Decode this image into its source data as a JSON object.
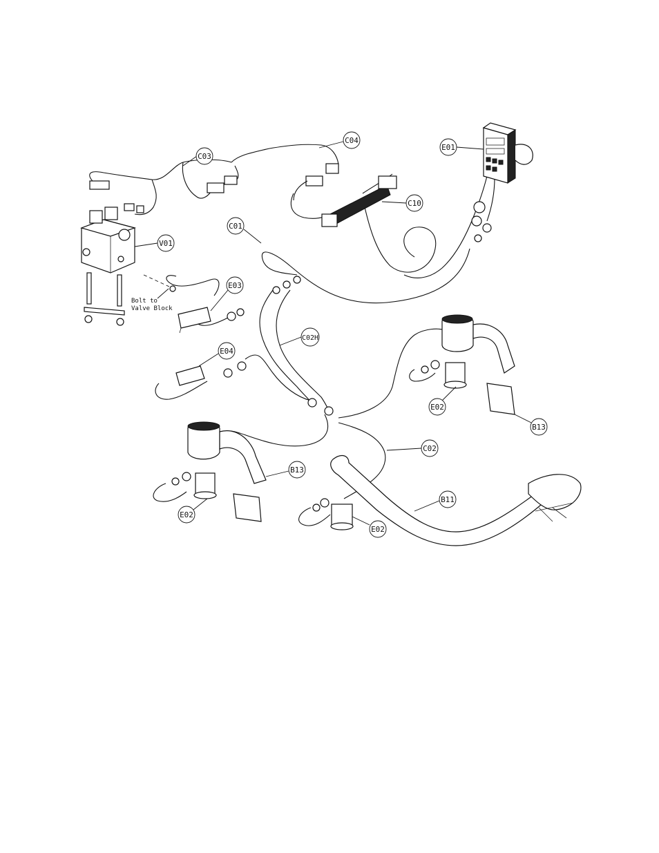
{
  "callouts": {
    "c03": "C03",
    "c04": "C04",
    "e01": "E01",
    "c10": "C10",
    "c01": "C01",
    "v01": "V01",
    "e03": "E03",
    "c02h": "C02H",
    "e04": "E04",
    "e02_right": "E02",
    "b13_right": "B13",
    "c02": "C02",
    "b13_left": "B13",
    "b11": "B11",
    "e02_left": "E02",
    "e02_center": "E02"
  },
  "note": {
    "line1": "Bolt to",
    "line2": "Valve Block"
  },
  "colors": {
    "ink": "#111111",
    "background": "#ffffff"
  }
}
